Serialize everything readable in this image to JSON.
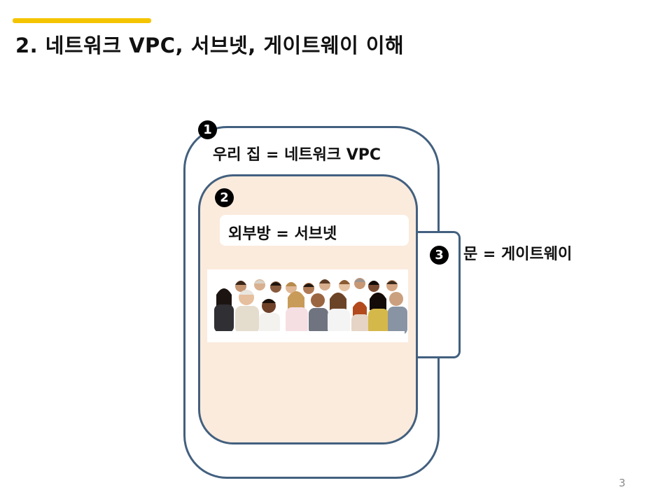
{
  "slide": {
    "title": "2. 네트워크 VPC, 서브넷, 게이트웨이 이해",
    "page_number": "3"
  },
  "diagram": {
    "house": {
      "badge": "1",
      "label": "우리 집 = 네트워크 VPC"
    },
    "room": {
      "badge": "2",
      "label": "외부방 = 서브넷",
      "image": "group-of-people-photo"
    },
    "door": {
      "badge": "3",
      "label": "문 = 게이트웨이"
    }
  },
  "colors": {
    "accent_bar": "#F5C400",
    "box_border": "#43607F",
    "room_fill": "#FBEBDD",
    "badge_fill": "#000000"
  }
}
